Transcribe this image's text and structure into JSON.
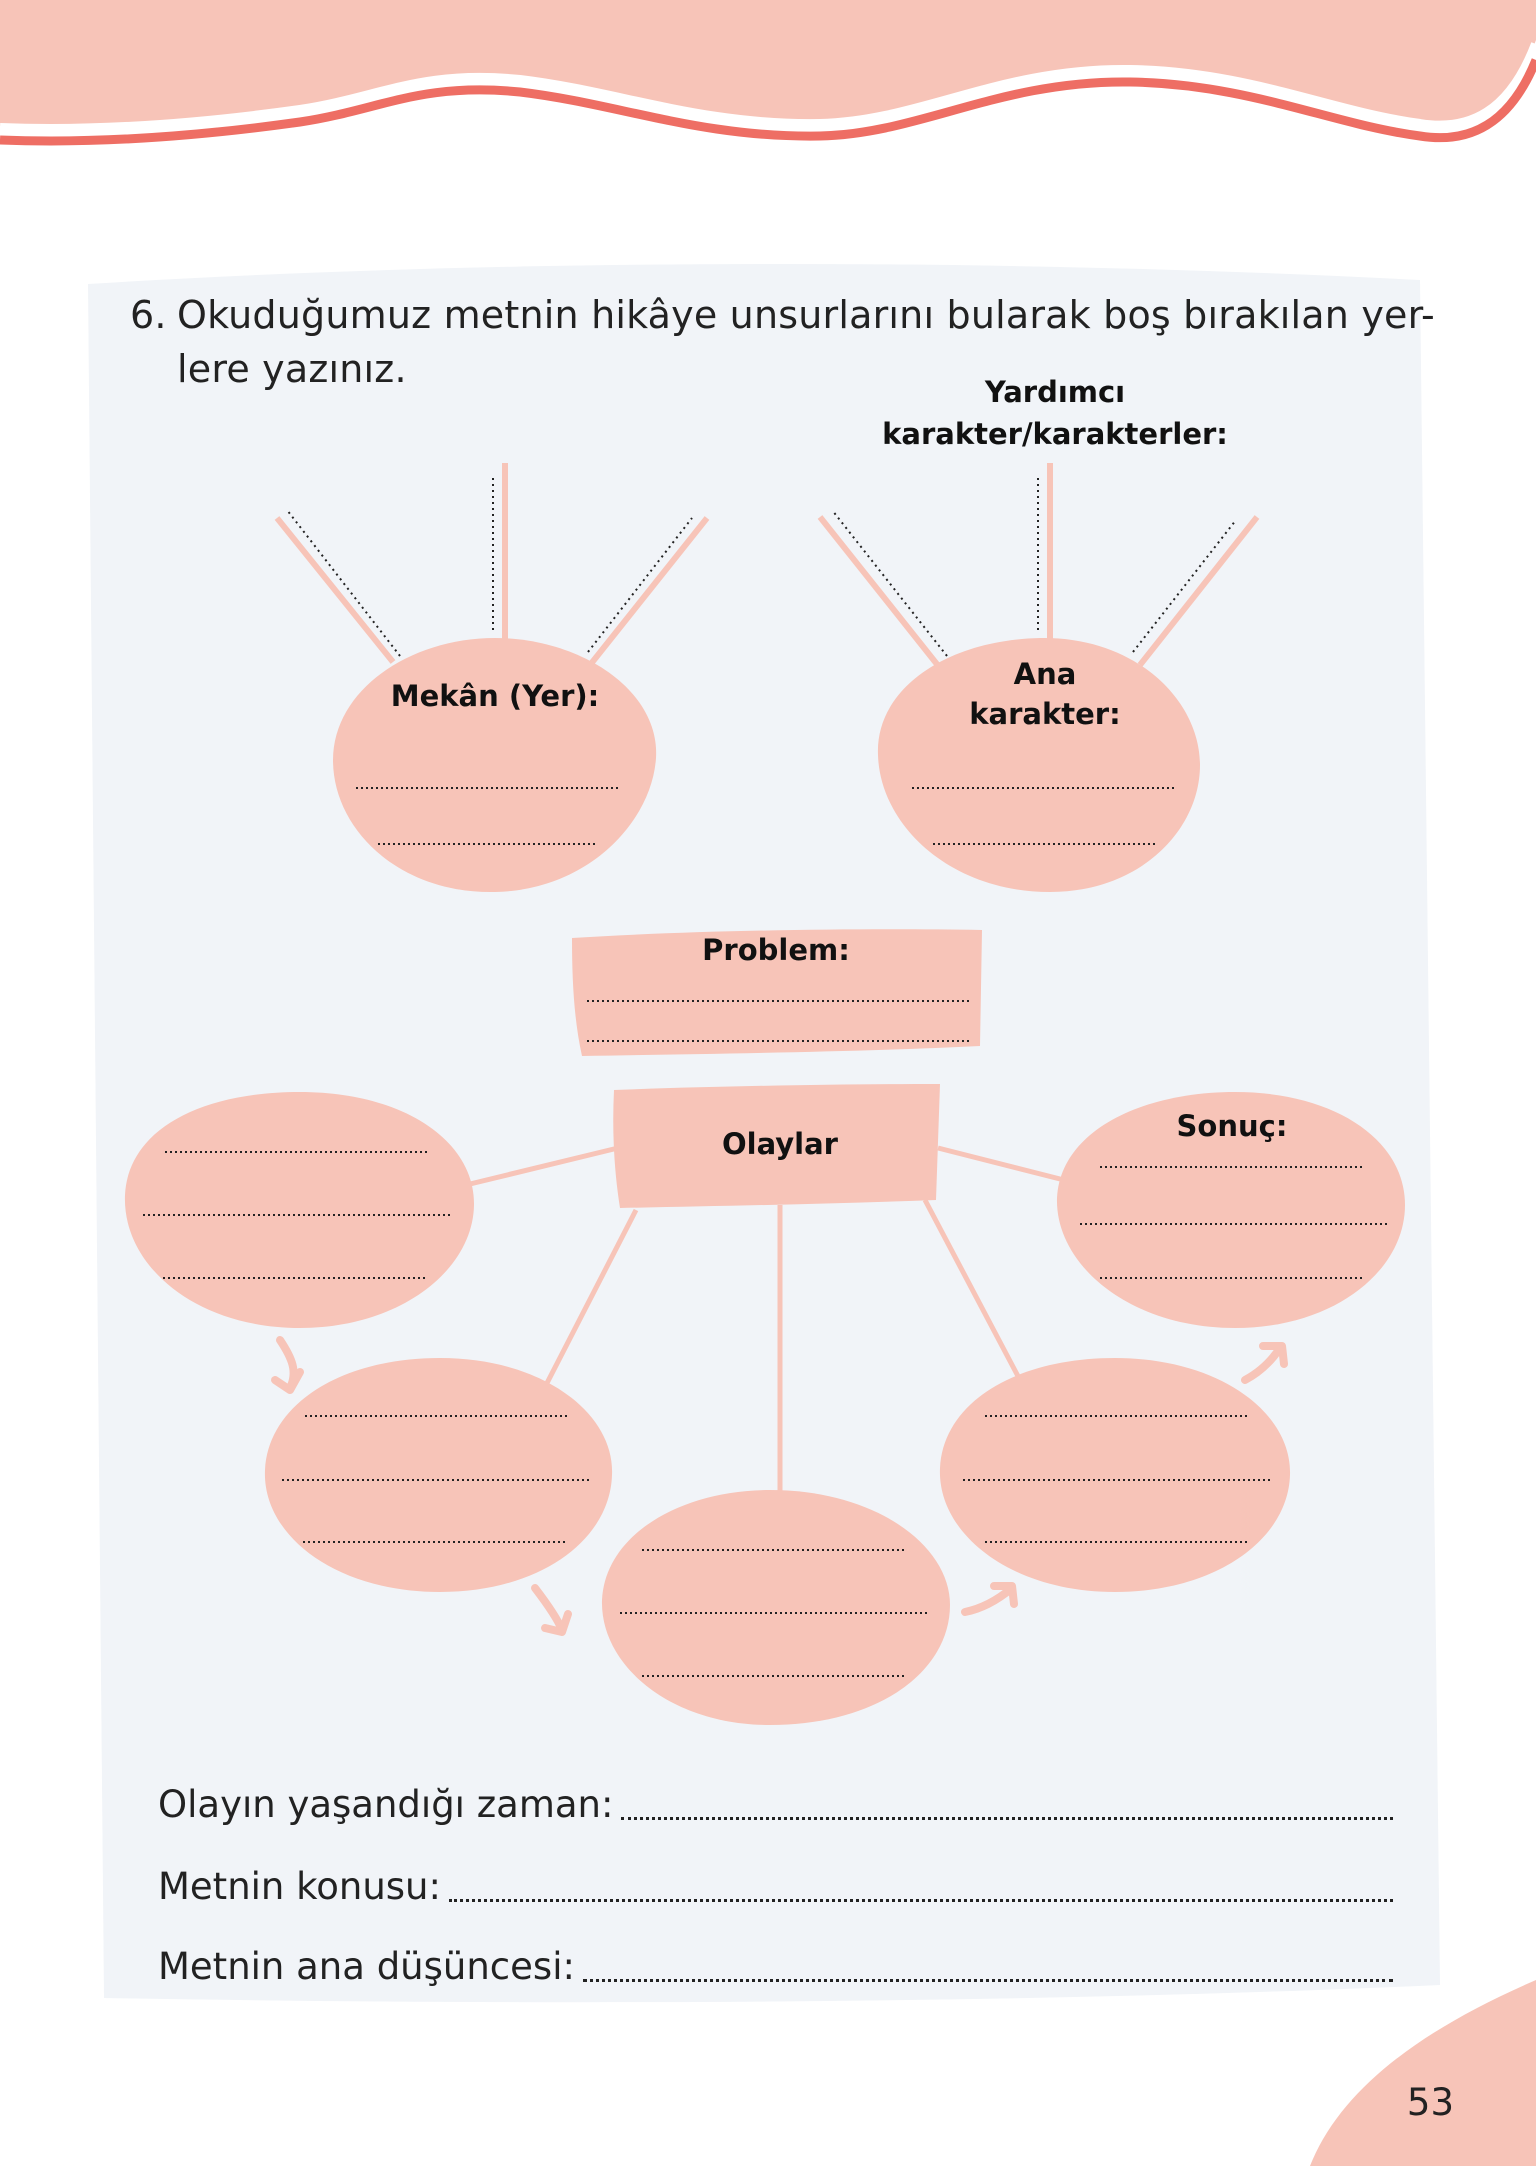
{
  "question": {
    "number": "6.",
    "line1": "Okuduğumuz metnin hikâye unsurlarını bularak boş bırakılan yer-",
    "line2": "lere yazınız."
  },
  "labels": {
    "helper_line1": "Yardımcı",
    "helper_line2": "karakter/karakterler:",
    "place": "Mekân (Yer):",
    "main_char_line1": "Ana",
    "main_char_line2": "karakter:",
    "problem": "Problem:",
    "events": "Olaylar",
    "result": "Sonuç:"
  },
  "bottom_fields": {
    "time_label": "Olayın yaşandığı zaman:",
    "topic_label": "Metnin konusu:",
    "main_idea_label": "Metnin ana düşüncesi:"
  },
  "page_number": "53",
  "colors": {
    "salmon": "#f7c4b8",
    "coral": "#ee6e64",
    "panel": "#f1f4f8"
  }
}
